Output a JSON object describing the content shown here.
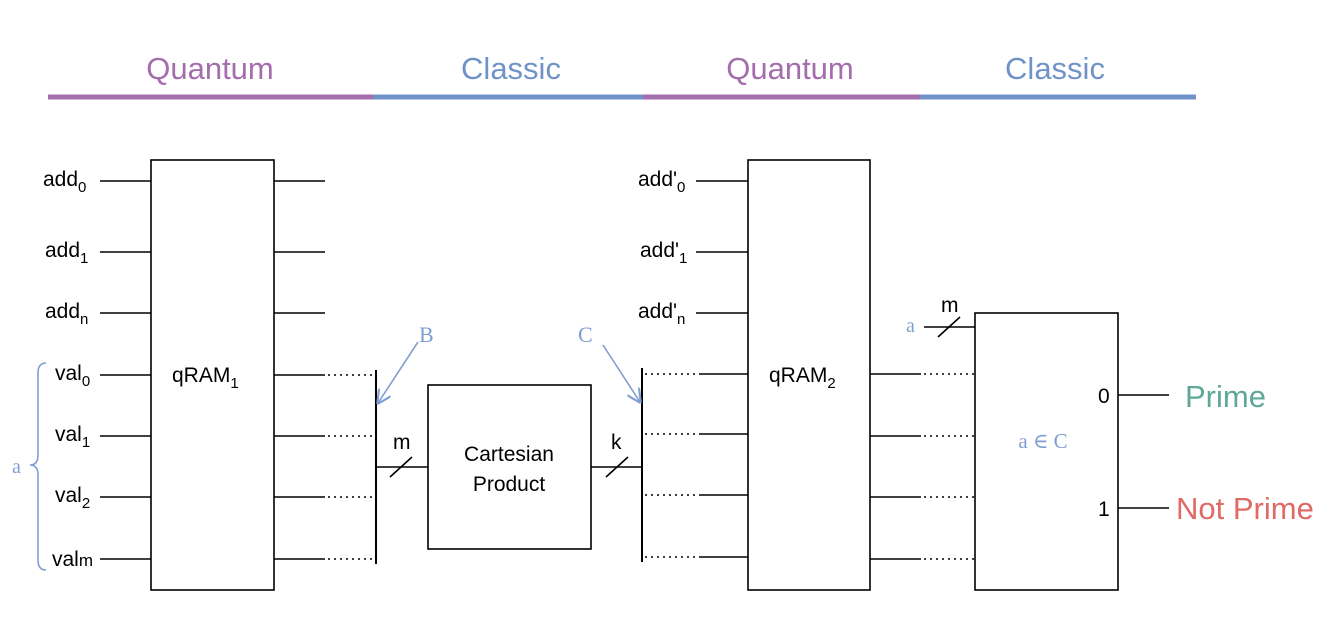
{
  "colors": {
    "quantum": "#A46DAC",
    "classic": "#6F93C9",
    "blue_text": "#7F9FD2",
    "prime": "#5FA896",
    "not_prime": "#E06A66",
    "line": "#000000"
  },
  "phases": [
    {
      "label": "Quantum",
      "kind": "quantum"
    },
    {
      "label": "Classic",
      "kind": "classic"
    },
    {
      "label": "Quantum",
      "kind": "quantum"
    },
    {
      "label": "Classic",
      "kind": "classic"
    }
  ],
  "qram1": {
    "label": "qRAM",
    "sub": "1",
    "inputs": [
      {
        "base": "add",
        "sub": "0"
      },
      {
        "base": "add",
        "sub": "1"
      },
      {
        "base": "add",
        "sub": "n"
      },
      {
        "base": "val",
        "sub": "0"
      },
      {
        "base": "val",
        "sub": "1"
      },
      {
        "base": "val",
        "sub": "2"
      },
      {
        "base": "val",
        "sub": "m"
      }
    ],
    "brace_label": "a"
  },
  "markers": {
    "b": "B",
    "c": "C",
    "m1": "m",
    "k": "k",
    "m2": "m",
    "a_in": "a"
  },
  "cartesian": {
    "line1": "Cartesian",
    "line2": "Product"
  },
  "qram2": {
    "label": "qRAM",
    "sub": "2",
    "inputs": [
      {
        "base": "add'",
        "sub": "0"
      },
      {
        "base": "add'",
        "sub": "1"
      },
      {
        "base": "add'",
        "sub": "n"
      }
    ]
  },
  "membership": {
    "label": "a ∈ C",
    "out0": "0",
    "out1": "1"
  },
  "outputs": {
    "prime": "Prime",
    "not_prime": "Not Prime"
  }
}
